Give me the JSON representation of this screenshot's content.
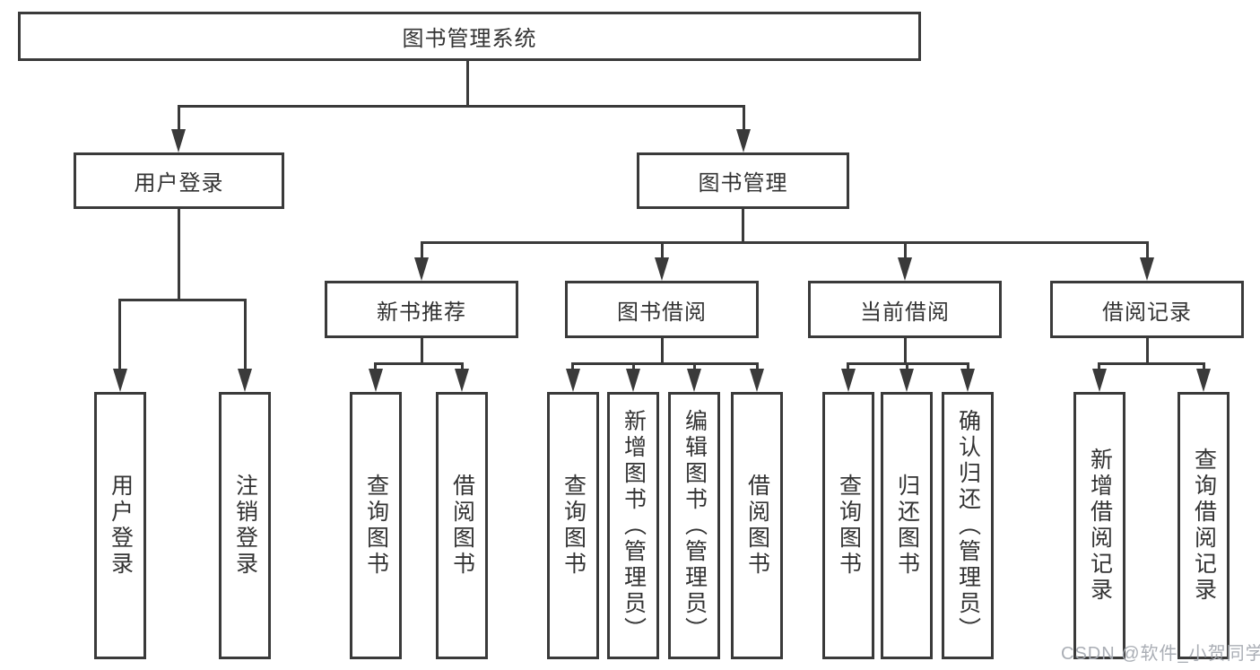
{
  "tree": {
    "root": {
      "label": "图书管理系统"
    },
    "level2": [
      {
        "label": "用户登录",
        "children": [
          {
            "label": "用户登录"
          },
          {
            "label": "注销登录"
          }
        ]
      },
      {
        "label": "图书管理",
        "children": [
          {
            "label": "新书推荐",
            "children": [
              {
                "label": "查询图书"
              },
              {
                "label": "借阅图书"
              }
            ]
          },
          {
            "label": "图书借阅",
            "children": [
              {
                "label": "查询图书"
              },
              {
                "label": "新增图书（管理员）"
              },
              {
                "label": "编辑图书（管理员）"
              },
              {
                "label": "借阅图书"
              }
            ]
          },
          {
            "label": "当前借阅",
            "children": [
              {
                "label": "查询图书"
              },
              {
                "label": "归还图书"
              },
              {
                "label": "确认归还（管理员）"
              }
            ]
          },
          {
            "label": "借阅记录",
            "children": [
              {
                "label": "新增借阅记录"
              },
              {
                "label": "查询借阅记录"
              }
            ]
          }
        ]
      }
    ]
  },
  "watermark": {
    "text": "CSDN @软件_小贺同学"
  },
  "colors": {
    "line": "#3a3a3a",
    "box_border": "#3a3a3a",
    "text": "#333333",
    "background": "#ffffff",
    "watermark": "#a5aab1"
  }
}
